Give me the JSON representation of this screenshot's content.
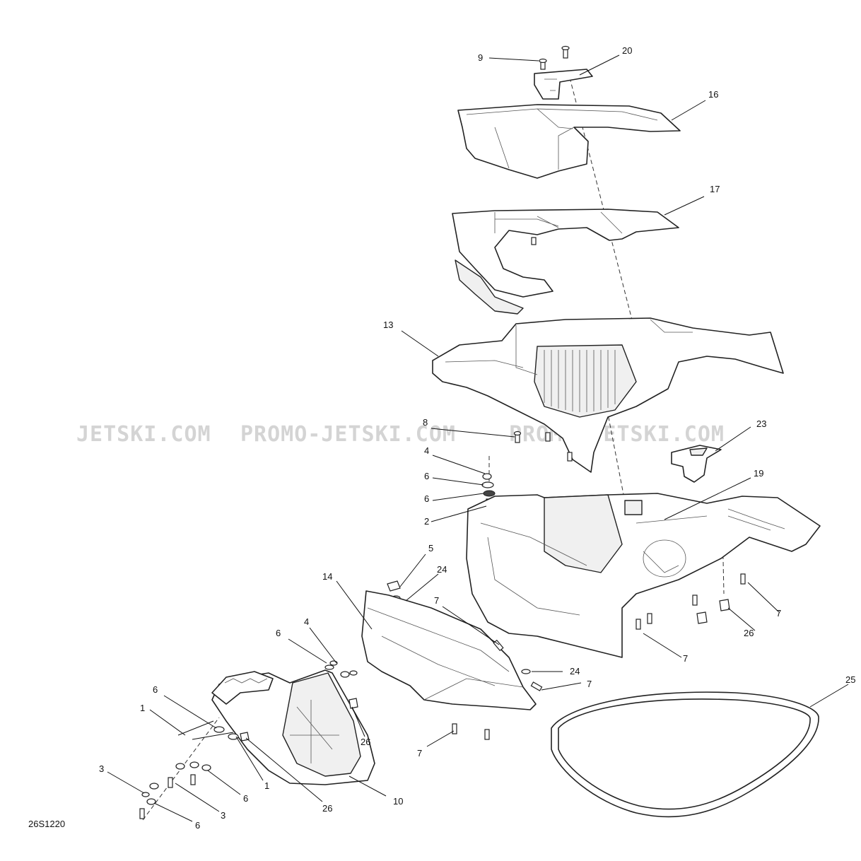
{
  "diagram": {
    "drawing_code": "26S1220",
    "watermarks": [
      "JETSKI.COM",
      "PROMO-JETSKI.COM",
      "PROMO-JETSKI.COM"
    ],
    "callouts": [
      {
        "id": "c9",
        "label": "9"
      },
      {
        "id": "c20",
        "label": "20"
      },
      {
        "id": "c16",
        "label": "16"
      },
      {
        "id": "c17",
        "label": "17"
      },
      {
        "id": "c13",
        "label": "13"
      },
      {
        "id": "c8",
        "label": "8"
      },
      {
        "id": "c23",
        "label": "23"
      },
      {
        "id": "c4a",
        "label": "4"
      },
      {
        "id": "c6a",
        "label": "6"
      },
      {
        "id": "c6b",
        "label": "6"
      },
      {
        "id": "c2",
        "label": "2"
      },
      {
        "id": "c19",
        "label": "19"
      },
      {
        "id": "c5",
        "label": "5"
      },
      {
        "id": "c24a",
        "label": "24"
      },
      {
        "id": "c14",
        "label": "14"
      },
      {
        "id": "c7a",
        "label": "7"
      },
      {
        "id": "c7b",
        "label": "7"
      },
      {
        "id": "c26a",
        "label": "26"
      },
      {
        "id": "c7c",
        "label": "7"
      },
      {
        "id": "c6c",
        "label": "6"
      },
      {
        "id": "c4b",
        "label": "4"
      },
      {
        "id": "c24b",
        "label": "24"
      },
      {
        "id": "c7d",
        "label": "7"
      },
      {
        "id": "c25",
        "label": "25"
      },
      {
        "id": "c6d",
        "label": "6"
      },
      {
        "id": "c1a",
        "label": "1"
      },
      {
        "id": "c26b",
        "label": "26"
      },
      {
        "id": "c7e",
        "label": "7"
      },
      {
        "id": "c3a",
        "label": "3"
      },
      {
        "id": "c1b",
        "label": "1"
      },
      {
        "id": "c6e",
        "label": "6"
      },
      {
        "id": "c10",
        "label": "10"
      },
      {
        "id": "c26c",
        "label": "26"
      },
      {
        "id": "c3b",
        "label": "3"
      },
      {
        "id": "c6f",
        "label": "6"
      }
    ]
  }
}
